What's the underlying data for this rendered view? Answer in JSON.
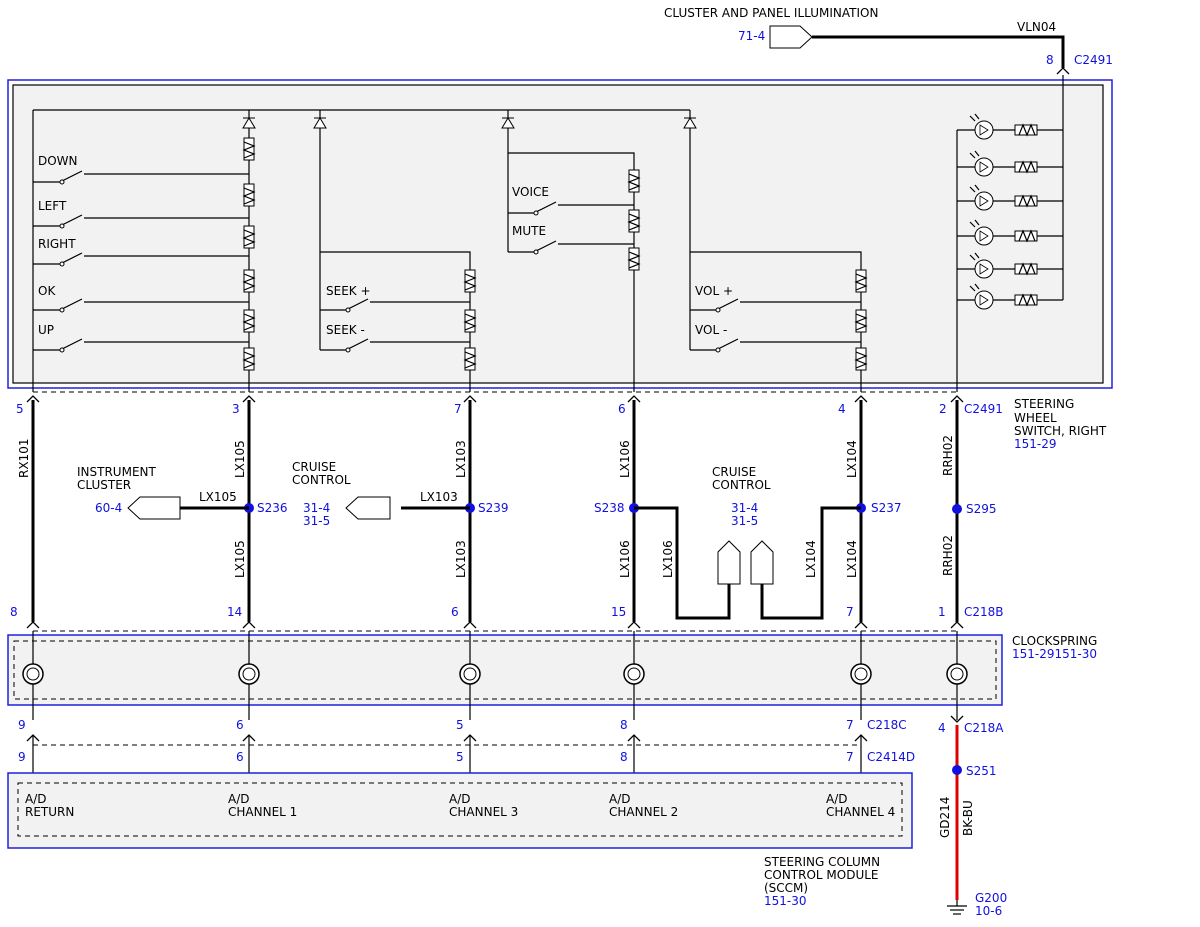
{
  "illumination": {
    "title": "CLUSTER AND PANEL ILLUMINATION",
    "ref": "71-4",
    "circuit": "VLN04",
    "pin": "8",
    "connector": "C2491"
  },
  "switch_labels": {
    "down": "DOWN",
    "left": "LEFT",
    "right": "RIGHT",
    "ok": "OK",
    "up": "UP",
    "seek_plus": "SEEK +",
    "seek_minus": "SEEK -",
    "voice": "VOICE",
    "mute": "MUTE",
    "vol_plus": "VOL +",
    "vol_minus": "VOL -"
  },
  "steering_switch": {
    "name_l1": "STEERING",
    "name_l2": "WHEEL",
    "name_l3": "SWITCH, RIGHT",
    "ref": "151-29",
    "connector": "C2491"
  },
  "top_pins": {
    "p1": "5",
    "p2": "3",
    "p3": "7",
    "p4": "6",
    "p5": "4",
    "p6": "2"
  },
  "circuits": {
    "rx101": "RX101",
    "lx105": "LX105",
    "lx103": "LX103",
    "lx106": "LX106",
    "lx104": "LX104",
    "rrh02": "RRH02"
  },
  "instrument_cluster": {
    "l1": "INSTRUMENT",
    "l2": "CLUSTER",
    "ref": "60-4",
    "circuit": "LX105",
    "splice": "S236"
  },
  "cruise_left": {
    "l1": "CRUISE",
    "l2": "CONTROL",
    "ref1": "31-4",
    "ref2": "31-5",
    "circuit": "LX103",
    "splice": "S239"
  },
  "cruise_right": {
    "l1": "CRUISE",
    "l2": "CONTROL",
    "ref1": "31-4",
    "ref2": "31-5",
    "splice_left": "S238",
    "splice_right": "S237"
  },
  "splice_s295": "S295",
  "c218b": {
    "connector": "C218B",
    "p1": "8",
    "p2": "14",
    "p3": "6",
    "p4": "15",
    "p5": "7",
    "p6": "1"
  },
  "clockspring": {
    "name": "CLOCKSPRING",
    "ref": "151-29151-30"
  },
  "c218c": {
    "connector": "C218C",
    "p1": "9",
    "p2": "6",
    "p3": "5",
    "p4": "8",
    "p5": "7"
  },
  "c2414d": {
    "connector": "C2414D",
    "p1": "9",
    "p2": "6",
    "p3": "5",
    "p4": "8",
    "p5": "7"
  },
  "c218a": {
    "connector": "C218A",
    "pin": "4",
    "splice": "S251",
    "circuit1": "GD214",
    "circuit2": "BK-BU"
  },
  "ground": {
    "name": "G200",
    "ref": "10-6"
  },
  "sccm_channels": {
    "ad": "A/D",
    "return": "RETURN",
    "ch1": "CHANNEL 1",
    "ch3": "CHANNEL 3",
    "ch2": "CHANNEL 2",
    "ch4": "CHANNEL 4"
  },
  "sccm": {
    "l1": "STEERING COLUMN",
    "l2": "CONTROL MODULE",
    "l3": "(SCCM)",
    "ref": "151-30"
  },
  "colors": {
    "wire": "#000000",
    "reference": "#1010e0",
    "ground_wire": "#e00000",
    "module_fill": "#f2f2f2"
  }
}
